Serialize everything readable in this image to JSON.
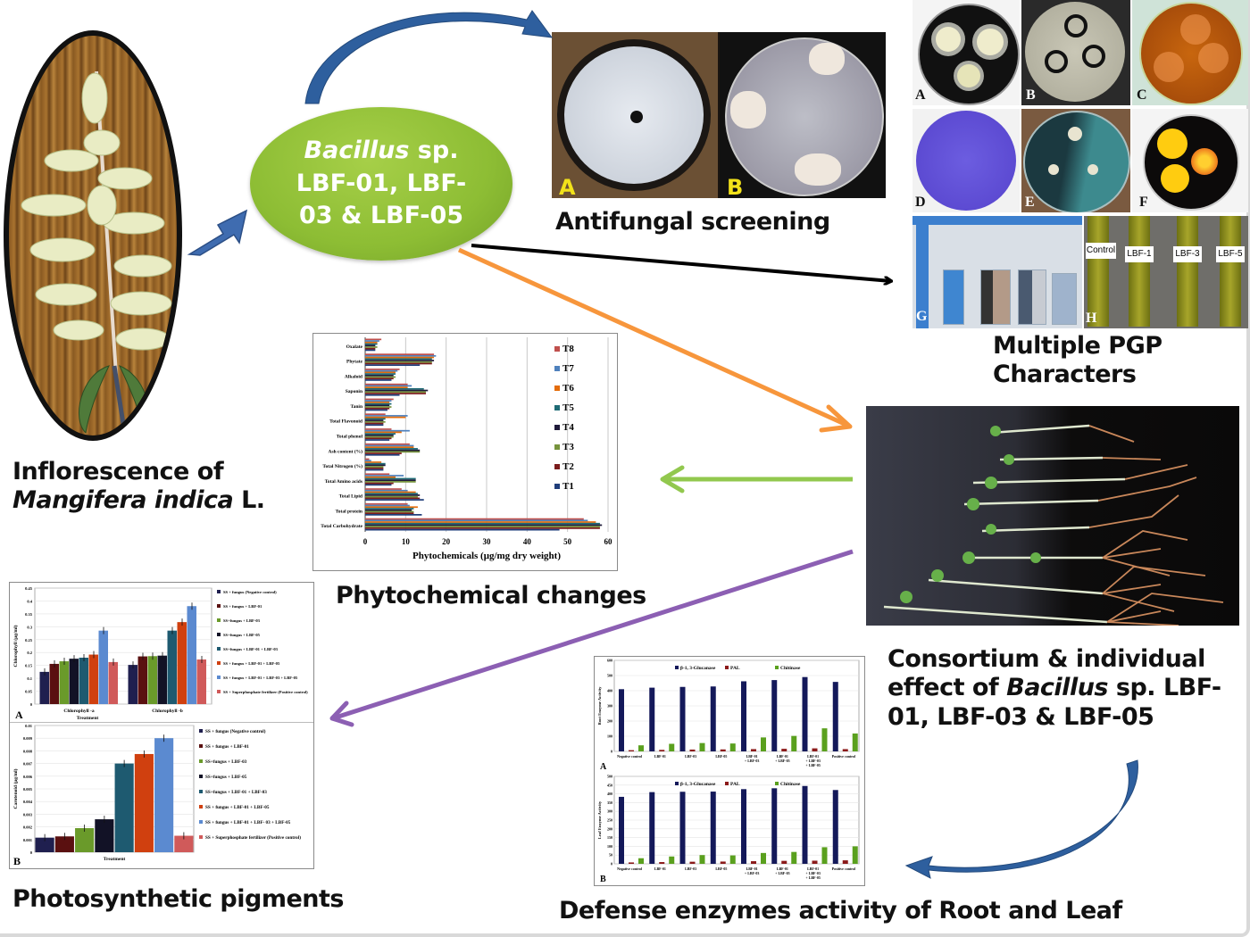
{
  "labels": {
    "inflorescence_line1": "Inflorescence of",
    "inflorescence_line2_italic": "Mangifera indica",
    "inflorescence_line2_rest": " L.",
    "bacillus_italic": "Bacillus",
    "bacillus_rest": " sp.",
    "bacillus_line2": "LBF-01, LBF-",
    "bacillus_line3": "03 & LBF-05",
    "antifungal": "Antifungal screening",
    "pgp_line1": "Multiple PGP",
    "pgp_line2": "Characters",
    "consortium_line1": "Consortium & individual",
    "consortium_line2_a": "effect of ",
    "consortium_line2_italic": "Bacillus",
    "consortium_line2_b": " sp. LBF-",
    "consortium_line3": "01, LBF-03 & LBF-05",
    "phytochemical": "Phytochemical changes",
    "photosynthetic": "Photosynthetic pigments",
    "defense": "Defense enzymes activity of Root and Leaf"
  },
  "antifungal_panels": [
    "A",
    "B"
  ],
  "pgp_panels": [
    "A",
    "B",
    "C",
    "D",
    "E",
    "F",
    "G",
    "H"
  ],
  "tube_labels": [
    "Control",
    "LBF-1",
    "LBF-3",
    "LBF-5"
  ],
  "colors": {
    "arrow_blue": "#2e5f9e",
    "node_green": "#8dbd34",
    "arrow_black": "#000000",
    "arrow_orange": "#f7963c",
    "arrow_lightgreen": "#92c84e",
    "arrow_purple": "#8c5fb3"
  },
  "chart_data": [
    {
      "id": "phytochemicals",
      "type": "bar",
      "orientation": "horizontal",
      "xlabel": "Phytochemicals  (μg/mg dry weight)",
      "xlim": [
        0,
        60
      ],
      "xticks": [
        0,
        10,
        20,
        30,
        40,
        50,
        60
      ],
      "grid": true,
      "legend_position": "right",
      "categories": [
        "Oxalate",
        "Phytate",
        "Alkaloid",
        "Saponin",
        "Tanin",
        "Total Flavonoid",
        "Total phenol",
        "Ash content (%)",
        "Total Nitrogen (%)",
        "Total Amino acids",
        "Total Lipid",
        "Total protein",
        "Total Carbohydrate"
      ],
      "series": [
        {
          "name": "T8",
          "color": "#c0504d",
          "values": [
            4,
            17,
            8.5,
            10.5,
            7,
            5,
            6.5,
            11,
            1,
            6,
            9,
            10.5,
            54
          ]
        },
        {
          "name": "T7",
          "color": "#4f81bd",
          "values": [
            3.5,
            17.5,
            8,
            11.5,
            6.5,
            10.5,
            11,
            12,
            1.5,
            9.5,
            10.5,
            11,
            55
          ]
        },
        {
          "name": "T6",
          "color": "#e46c0a",
          "values": [
            3,
            17,
            7.5,
            10.5,
            6,
            10,
            9,
            12,
            4,
            7.5,
            12.5,
            13,
            57
          ]
        },
        {
          "name": "T5",
          "color": "#1f6b75",
          "values": [
            3,
            16.5,
            7.5,
            14.5,
            6.5,
            5,
            7.5,
            13,
            5,
            12.5,
            13,
            12,
            58
          ]
        },
        {
          "name": "T4",
          "color": "#1f1a3a",
          "values": [
            2.5,
            17,
            7,
            15.5,
            6,
            4.5,
            7,
            13.5,
            5,
            12.5,
            13.5,
            11.5,
            58.5
          ]
        },
        {
          "name": "T3",
          "color": "#77933c",
          "values": [
            3,
            16.5,
            7.5,
            15,
            6.5,
            5,
            7,
            13.5,
            4.5,
            12.5,
            13,
            12,
            58
          ]
        },
        {
          "name": "T2",
          "color": "#7b1c1c",
          "values": [
            2.5,
            16.5,
            7,
            15,
            6,
            4.5,
            6.5,
            9,
            4.5,
            7,
            13.5,
            12,
            58
          ]
        },
        {
          "name": "T1",
          "color": "#1f3d7a",
          "values": [
            2.5,
            13.5,
            6.5,
            8.5,
            5.5,
            4.5,
            6,
            8.5,
            4.5,
            6.5,
            14.5,
            14,
            48
          ]
        }
      ]
    },
    {
      "id": "chlorophyll",
      "panel": "A",
      "type": "bar",
      "ylabel": "Chlorophyll (μg/ml)",
      "xlabel": "Treatment",
      "ylim": [
        0,
        0.45
      ],
      "yticks": [
        0,
        0.05,
        0.1,
        0.15,
        0.2,
        0.25,
        0.3,
        0.35,
        0.4,
        0.45
      ],
      "legend_position": "right",
      "categories": [
        "Chlorophyll -a",
        "Chlorophyll -b"
      ],
      "series": [
        {
          "name": "SS + fungus (Negative control)",
          "color": "#1f1f4f",
          "values": [
            0.125,
            0.152
          ]
        },
        {
          "name": "SS + fungus + LBF-01",
          "color": "#5a1010",
          "values": [
            0.156,
            0.185
          ]
        },
        {
          "name": "SS+fungus + LBF-03",
          "color": "#6a9a2a",
          "values": [
            0.166,
            0.186
          ]
        },
        {
          "name": "SS+fungus + LBF-05",
          "color": "#121226",
          "values": [
            0.176,
            0.188
          ]
        },
        {
          "name": "SS+fungus + LBF-01 + LBF-03",
          "color": "#1e5a70",
          "values": [
            0.18,
            0.285
          ]
        },
        {
          "name": "SS + fungus + LBF-01 + LBF-05",
          "color": "#d0400f",
          "values": [
            0.192,
            0.318
          ]
        },
        {
          "name": "SS + fungus + LBF-01 + LBF-03 + LBF-05",
          "color": "#5b8ad0",
          "values": [
            0.285,
            0.38
          ]
        },
        {
          "name": "SS + Superphosphate fertilizer (Positive control)",
          "color": "#d05a5a",
          "values": [
            0.163,
            0.173
          ]
        }
      ]
    },
    {
      "id": "carotenoid",
      "panel": "B",
      "type": "bar",
      "ylabel": "Carotenoid (μg/ml)",
      "xlabel": "Treatment",
      "ylim": [
        0,
        0.01
      ],
      "yticks": [
        0,
        0.001,
        0.002,
        0.003,
        0.004,
        0.005,
        0.006,
        0.007,
        0.008,
        0.009,
        0.01
      ],
      "legend_position": "right",
      "categories": [
        "SS + fungus (Negative control)",
        "SS + fungus + LBF-01",
        "SS+fungus + LBF-03",
        "SS+fungus + LBF-05",
        "SS+fungus + LBF-01 + LBF-03",
        "SS + fungus + LBF-01 + LBF-05",
        "SS + fungus + LBF-01 + LBF- 03 + LBF-05",
        "SS + Superphosphate fertilizer (Positive control)"
      ],
      "colors": [
        "#1f1f4f",
        "#5a1010",
        "#6a9a2a",
        "#121226",
        "#1e5a70",
        "#d0400f",
        "#5b8ad0",
        "#d05a5a"
      ],
      "values": [
        0.00115,
        0.00125,
        0.0019,
        0.0026,
        0.007,
        0.00775,
        0.009,
        0.0013
      ]
    },
    {
      "id": "root-enzyme",
      "panel": "A",
      "type": "bar",
      "ylabel": "Root Enzyme Activity",
      "ylim": [
        0,
        600
      ],
      "yticks": [
        0,
        100,
        200,
        300,
        400,
        500,
        600
      ],
      "legend_position": "top",
      "categories": [
        "Negative control",
        "LBF-01",
        "LBF-03",
        "LBF-05",
        "LBF-01 + LBF-03",
        "LBF-01 + LBF-05",
        "LBF-01 + LBF-03 + LBF-05",
        "Positive control"
      ],
      "series": [
        {
          "name": "β-1, 3-Glucanase",
          "color": "#14195a",
          "values": [
            410,
            420,
            425,
            428,
            462,
            470,
            490,
            458
          ]
        },
        {
          "name": "PAL",
          "color": "#8b1a1a",
          "values": [
            8,
            10,
            12,
            13,
            15,
            17,
            20,
            15
          ]
        },
        {
          "name": "Chitinase",
          "color": "#5aa01e",
          "values": [
            40,
            50,
            55,
            52,
            92,
            102,
            152,
            118
          ]
        }
      ]
    },
    {
      "id": "leaf-enzyme",
      "panel": "B",
      "type": "bar",
      "ylabel": "Leaf Enzyme Activity",
      "ylim": [
        0,
        500
      ],
      "yticks": [
        0,
        50,
        100,
        150,
        200,
        250,
        300,
        350,
        400,
        450,
        500
      ],
      "legend_position": "top",
      "categories": [
        "Negative control",
        "LBF-01",
        "LBF-03",
        "LBF-05",
        "LBF-01 + LBF-03",
        "LBF-01 + LBF-05",
        "LBF-01 + LBF-03 + LBF-05",
        "Positive control"
      ],
      "series": [
        {
          "name": "β-1, 3-Glucanase",
          "color": "#14195a",
          "values": [
            383,
            410,
            412,
            413,
            427,
            432,
            445,
            422
          ]
        },
        {
          "name": "PAL",
          "color": "#8b1a1a",
          "values": [
            8,
            10,
            12,
            13,
            15,
            17,
            18,
            20
          ]
        },
        {
          "name": "Chitinase",
          "color": "#5aa01e",
          "values": [
            32,
            42,
            50,
            48,
            62,
            68,
            95,
            100
          ]
        }
      ]
    }
  ]
}
